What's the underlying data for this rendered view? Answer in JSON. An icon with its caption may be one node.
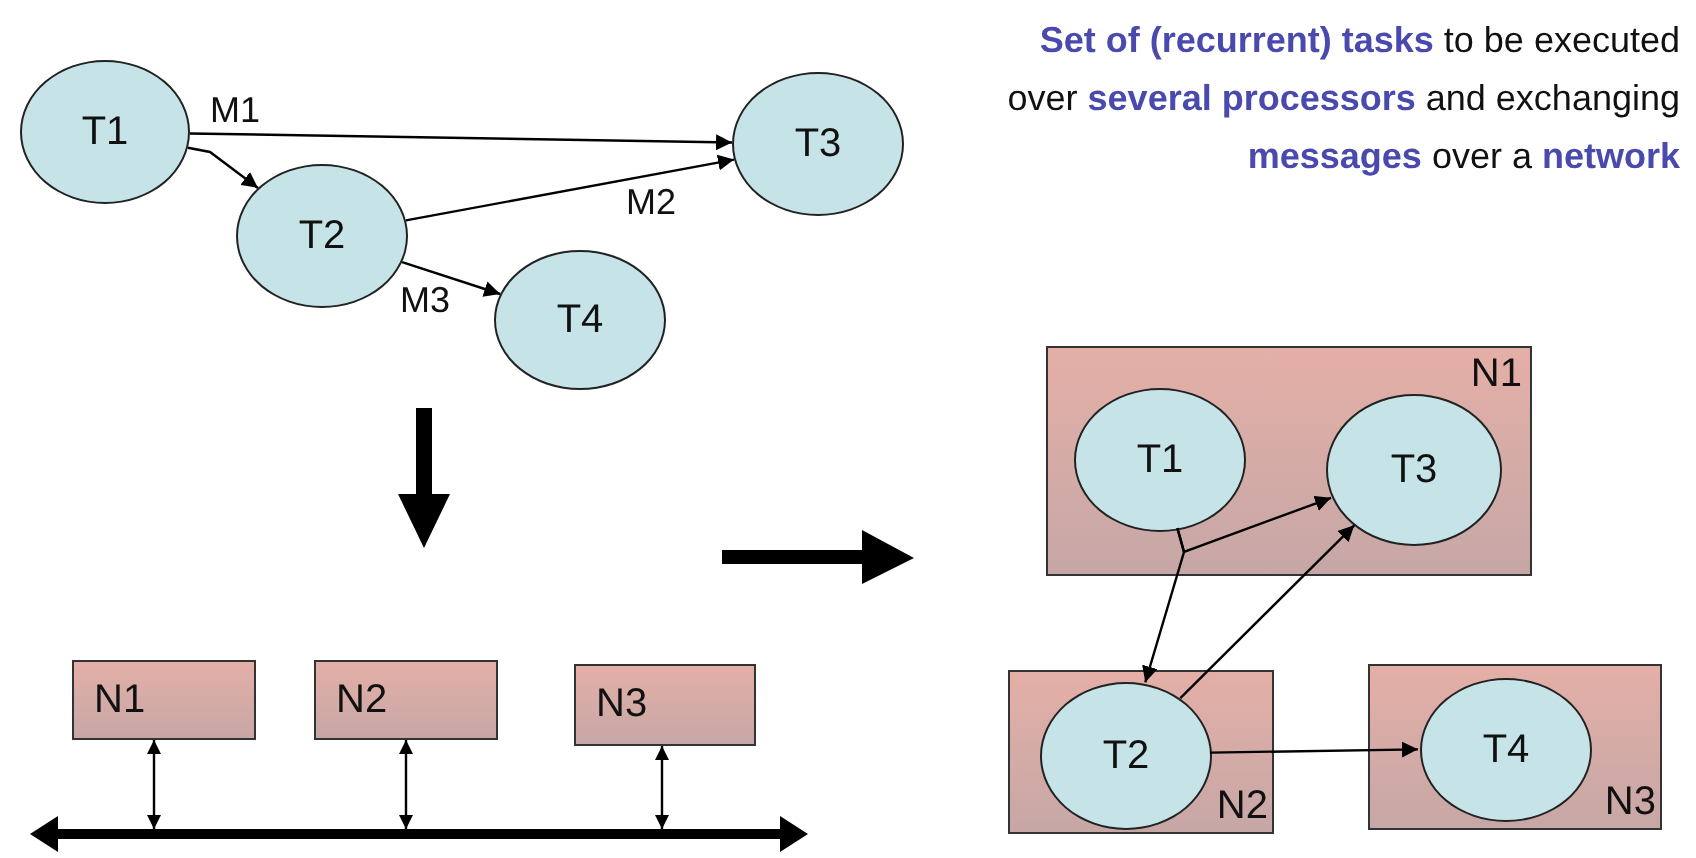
{
  "diagram": {
    "nodes": [
      {
        "text": [
          "T1"
        ]
      },
      {
        "text": [
          "T2"
        ]
      },
      {
        "text": [
          "T3"
        ]
      },
      {
        "text": [
          "T4"
        ]
      },
      {
        "text": [
          "N1"
        ]
      },
      {
        "text": [
          "N2"
        ]
      },
      {
        "text": [
          "N3"
        ]
      },
      {
        "text": [],
        "shape": "bar"
      },
      {
        "text": [
          "N1"
        ]
      },
      {
        "text": [
          "T1"
        ],
        "in": 8
      },
      {
        "text": [
          "T3"
        ],
        "in": 8
      },
      {
        "text": [
          "N2"
        ]
      },
      {
        "text": [
          "T2"
        ],
        "in": 11
      },
      {
        "text": [
          "N3"
        ]
      },
      {
        "text": [
          "T4"
        ],
        "in": 13
      }
    ],
    "edges": [
      {
        "from": 0,
        "to": 1,
        "arrow": "to",
        "label": "M1"
      },
      {
        "from": 0,
        "to": 2,
        "arrow": "to"
      },
      {
        "from": 1,
        "to": 2,
        "arrow": "to",
        "label": "M2"
      },
      {
        "from": 1,
        "to": 3,
        "arrow": "to",
        "label": "M3"
      },
      {
        "from": 4,
        "to": 7,
        "arrow": "both"
      },
      {
        "from": 5,
        "to": 7,
        "arrow": "both"
      },
      {
        "from": 6,
        "to": 7,
        "arrow": "both"
      },
      {
        "from": 9,
        "to": 12,
        "arrow": "to"
      },
      {
        "from": 9,
        "to": 10,
        "arrow": "to"
      },
      {
        "from": 12,
        "to": 10,
        "arrow": "to"
      },
      {
        "from": 12,
        "to": 14,
        "arrow": "to"
      }
    ],
    "labels": [
      "**Set of (recurrent) tasks** to be executed over **several processors** and exchanging **messages** over a **network**"
    ]
  }
}
